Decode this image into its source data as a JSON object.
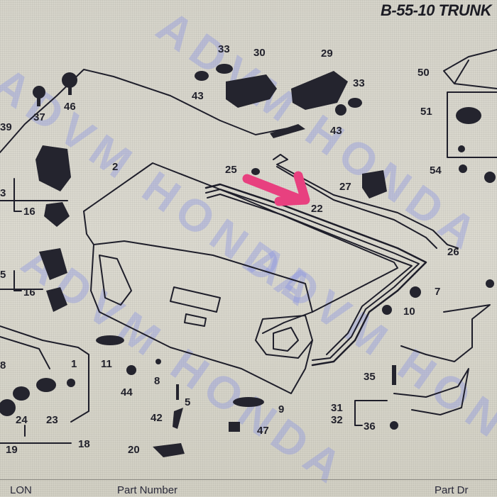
{
  "header": {
    "title": "B-55-10 TRUNK"
  },
  "watermark": {
    "text": "ADVM HONDA",
    "color": "#8c8ce6"
  },
  "annotation": {
    "arrow_color": "#e8407f",
    "points_to_label": "22"
  },
  "labels": {
    "l2": "2",
    "l39": "39",
    "l37": "37",
    "l46": "46",
    "l33a": "33",
    "l30": "30",
    "l43a": "43",
    "l29": "29",
    "l33b": "33",
    "l43b": "43",
    "l50": "50",
    "l51": "51",
    "l54": "54",
    "l3": "3",
    "l16a": "16",
    "l5": "5",
    "l16b": "16",
    "l25": "25",
    "l22": "22",
    "l27": "27",
    "l26": "26",
    "l7": "7",
    "l10": "10",
    "l11": "11",
    "l1": "1",
    "l44": "44",
    "l8": "8",
    "l5b": "5",
    "l42": "42",
    "l20": "20",
    "l24": "24",
    "l23": "23",
    "l19": "19",
    "l18": "18",
    "l9": "9",
    "l47": "47",
    "l35": "35",
    "l31": "31",
    "l32": "32",
    "l36": "36",
    "l8b": "8"
  },
  "footer": {
    "col1": "LON",
    "col2": "Part Number",
    "col3": "Part Dr"
  }
}
